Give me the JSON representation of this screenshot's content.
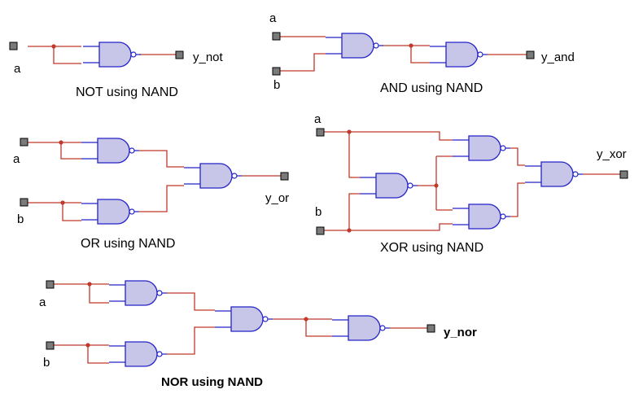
{
  "colors": {
    "wire": "#c0392b",
    "gate_fill": "#c7c5e8",
    "gate_stroke": "#2323c8",
    "pin_fill": "#7a7a7a",
    "junction": "#c0392b"
  },
  "circuits": {
    "not": {
      "caption": "NOT using NAND",
      "input_a": "a",
      "output": "y_not"
    },
    "and": {
      "caption": "AND using NAND",
      "input_a": "a",
      "input_b": "b",
      "output": "y_and"
    },
    "or": {
      "caption": "OR using NAND",
      "input_a": "a",
      "input_b": "b",
      "output": "y_or"
    },
    "xor": {
      "caption": "XOR using NAND",
      "input_a": "a",
      "input_b": "b",
      "output": "y_xor"
    },
    "nor": {
      "caption": "NOR using NAND",
      "input_a": "a",
      "input_b": "b",
      "output": "y_nor"
    }
  },
  "icons": {
    "gate": "nand-gate-icon",
    "pin": "io-pin-icon"
  }
}
